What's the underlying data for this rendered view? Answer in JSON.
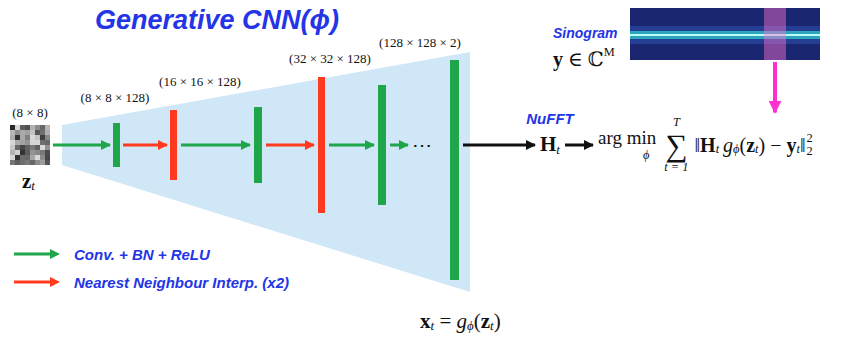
{
  "diagram": {
    "title": "Generative CNN(ϕ)",
    "nodes": [
      {
        "text": [
          "(8 × 8)"
        ]
      },
      {
        "text": [
          "(8 × 8 × 128)"
        ]
      },
      {
        "text": [
          "(16 × 16 × 128)"
        ]
      },
      {
        "text": [
          "(32 × 32 × 128)"
        ]
      },
      {
        "text": [
          "(128 × 128 × 2)"
        ]
      }
    ],
    "edges": [
      {
        "from": 0,
        "to": 1,
        "arrow": "to"
      },
      {
        "from": 1,
        "to": 2,
        "arrow": "to"
      }
    ],
    "labels": [
      "Sinogram",
      "y",
      "∈ ℂ",
      "M",
      "NuFFT",
      "H",
      "t",
      "arg min",
      "ϕ",
      "T",
      "∑",
      "t = 1",
      "‖",
      "H",
      "t",
      "g",
      "ϕ",
      "(",
      "z",
      "t",
      ")",
      "−",
      "y",
      "t",
      "‖",
      "2",
      "2",
      "z",
      "t",
      "⋯",
      "x",
      "t",
      "=",
      "g",
      "ϕ",
      "(",
      "z",
      "t",
      ")"
    ],
    "legend": [
      {
        "text": "Conv. + BN + ReLU"
      },
      {
        "text": "Nearest Neighbour Interp. (x2)"
      }
    ]
  }
}
